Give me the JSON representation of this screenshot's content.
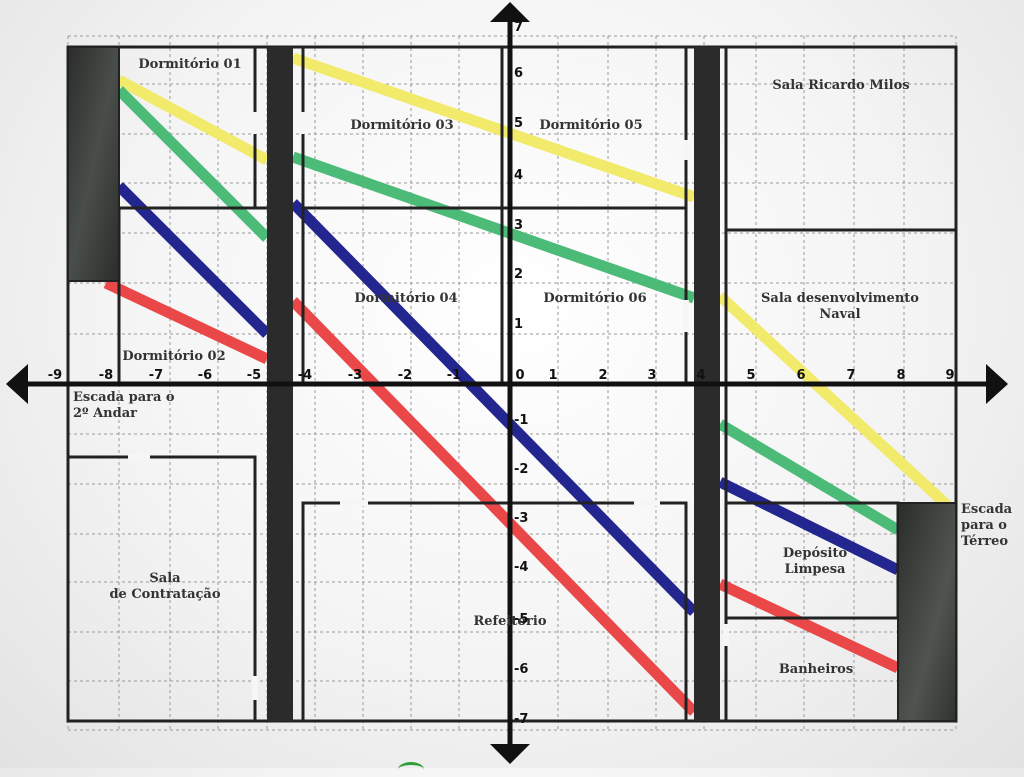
{
  "rooms": {
    "dormitorio_01": "Dormitório 01",
    "dormitorio_02": "Dormitório 02",
    "dormitorio_03": "Dormitório 03",
    "dormitorio_04": "Dormitório 04",
    "dormitorio_05": "Dormitório 05",
    "dormitorio_06": "Dormitório 06",
    "sala_ricardo_milos": "Sala Ricardo Milos",
    "sala_desenvolvimento": "Sala desenvolvimento\nNaval",
    "escada_2_andar": "Escada para o\n2º Andar",
    "sala_contratacao": "Sala\nde Contratação",
    "refeitorio": "Refeitório",
    "deposito_limpeza": "Depósito\nLimpesa",
    "banheiros": "Banheiros",
    "escada_terreo": "Escada\npara o\nTérreo"
  },
  "axes": {
    "x_ticks": [
      "-9",
      "-8",
      "-7",
      "-6",
      "-5",
      "-4",
      "-3",
      "-2",
      "-1",
      "0",
      "1",
      "2",
      "3",
      "4",
      "5",
      "6",
      "7",
      "8",
      "9"
    ],
    "y_ticks": [
      "7",
      "6",
      "5",
      "4",
      "3",
      "2",
      "1",
      "-1",
      "-2",
      "-3",
      "-4",
      "-5",
      "-6",
      "-7"
    ]
  },
  "colors": {
    "yellow_line": "#f2ea6a",
    "green_line": "#4dbb78",
    "blue_line": "#23268e",
    "red_line": "#ea4848",
    "wall": "#222222",
    "grid": "#9a9a9a",
    "stair": "#3c403c"
  }
}
